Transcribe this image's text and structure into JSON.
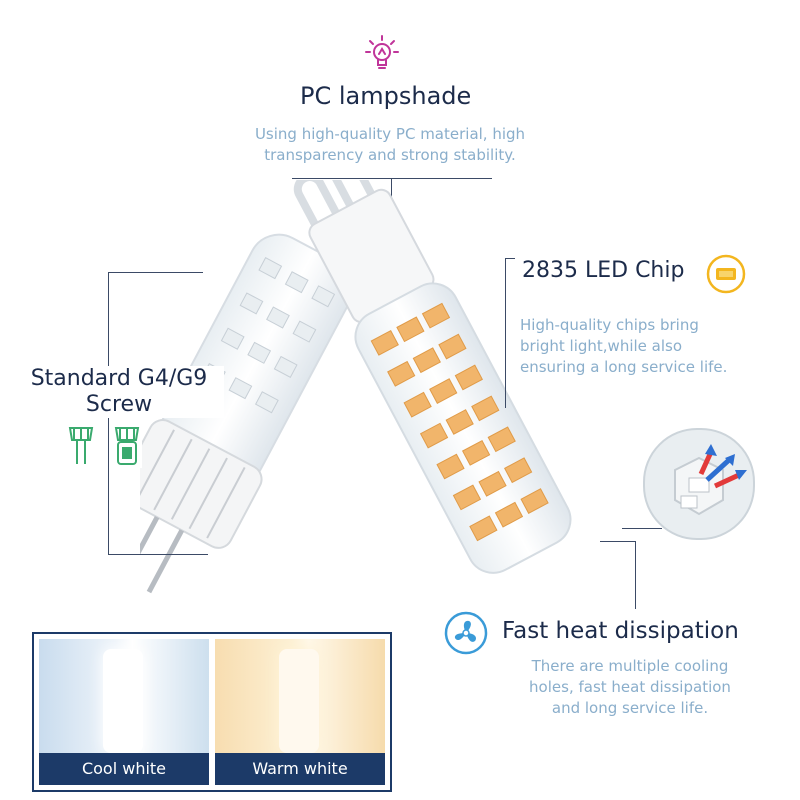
{
  "pc_lampshade": {
    "title": "PC lampshade",
    "desc_line1": "Using high-quality PC material, high",
    "desc_line2": "transparency and strong stability.",
    "icon": "lightbulb-icon"
  },
  "led_chip": {
    "title": "2835 LED Chip",
    "desc_line1": "High-quality chips bring",
    "desc_line2": "bright light,while also",
    "desc_line3": "ensuring a long service life.",
    "icon": "chip-icon"
  },
  "screw": {
    "title_line1": "Standard G4/G9",
    "title_line2": "Screw",
    "icons": [
      "g4-base-icon",
      "g9-base-icon"
    ]
  },
  "heat": {
    "title": "Fast heat dissipation",
    "desc_line1": "There are multiple cooling",
    "desc_line2": "holes, fast heat dissipation",
    "desc_line3": "and long service life.",
    "icon": "fan-icon"
  },
  "swatches": [
    {
      "label": "Cool white"
    },
    {
      "label": "Warm white"
    }
  ],
  "colors": {
    "title": "#1c2b4a",
    "desc": "#8aaecb",
    "accent_magenta": "#c0359a",
    "accent_yellow": "#f3b61f",
    "accent_green": "#3aaa6e",
    "accent_blue": "#3a9bd8",
    "label_bar": "#1c3a68"
  }
}
